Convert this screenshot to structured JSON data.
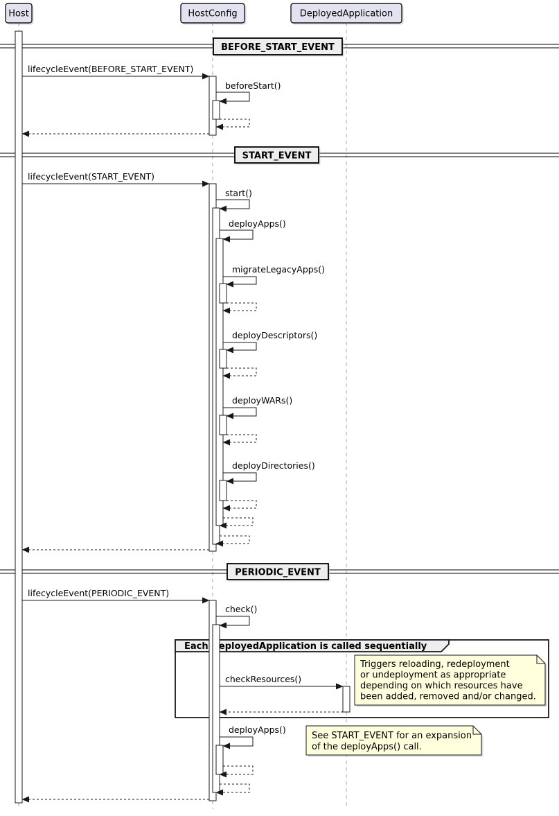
{
  "diagram": {
    "type": "uml-sequence-diagram",
    "participants": [
      {
        "name": "Host"
      },
      {
        "name": "HostConfig"
      },
      {
        "name": "DeployedApplication"
      }
    ],
    "dividers": [
      {
        "label": "BEFORE_START_EVENT"
      },
      {
        "label": "START_EVENT"
      },
      {
        "label": "PERIODIC_EVENT"
      }
    ],
    "messages": {
      "lifecycle_before_start": "lifecycleEvent(BEFORE_START_EVENT)",
      "before_start": "beforeStart()",
      "lifecycle_start": "lifecycleEvent(START_EVENT)",
      "start": "start()",
      "deploy_apps": "deployApps()",
      "migrate_legacy_apps": "migrateLegacyApps()",
      "deploy_descriptors": "deployDescriptors()",
      "deploy_wars": "deployWARs()",
      "deploy_directories": "deployDirectories()",
      "lifecycle_periodic": "lifecycleEvent(PERIODIC_EVENT)",
      "check": "check()",
      "check_resources": "checkResources()",
      "deploy_apps_periodic": "deployApps()"
    },
    "group": {
      "label": "Each DeployedApplication is called sequentially"
    },
    "notes": [
      {
        "lines": [
          "Triggers reloading, redeployment",
          "or undeployment as appropriate",
          "depending on which resources have",
          "been added, removed and/or changed."
        ]
      },
      {
        "lines": [
          "See START_EVENT for an expansion",
          "of the deployApps() call."
        ]
      }
    ],
    "colors": {
      "background": "#FFFFFF",
      "participant_fill": "#E2E2F0",
      "participant_border": "#181818",
      "divider_fill": "#EEEEEE",
      "note_fill": "#FEFFDD",
      "activation_fill": "#FFFFFF",
      "message_line": "#181818",
      "lifeline": "#A7A7A7"
    }
  }
}
